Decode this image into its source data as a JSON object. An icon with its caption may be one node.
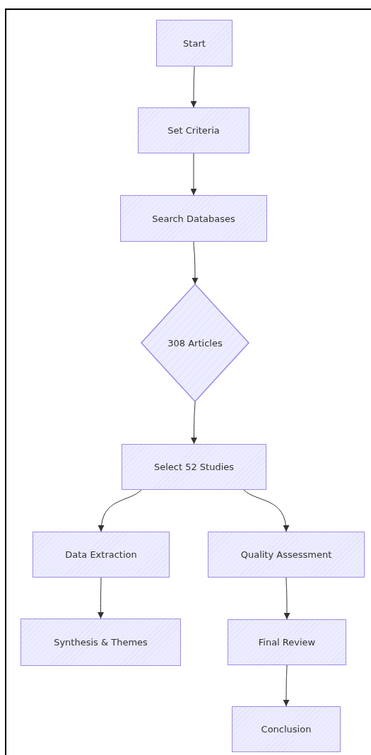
{
  "diagram": {
    "nodes": [
      {
        "text": [
          "Start"
        ]
      },
      {
        "text": [
          "Set Criteria"
        ]
      },
      {
        "text": [
          "Search Databases"
        ]
      },
      {
        "text": [
          "308 Articles"
        ]
      },
      {
        "text": [
          "Select 52 Studies"
        ]
      },
      {
        "text": [
          "Data Extraction"
        ]
      },
      {
        "text": [
          "Quality Assessment"
        ]
      },
      {
        "text": [
          "Synthesis & Themes"
        ]
      },
      {
        "text": [
          "Final Review"
        ]
      },
      {
        "text": [
          "Conclusion"
        ]
      }
    ],
    "edges": [
      {
        "from": 0,
        "to": 1,
        "arrow": "to"
      },
      {
        "from": 1,
        "to": 2,
        "arrow": "to"
      },
      {
        "from": 2,
        "to": 3,
        "arrow": "to"
      },
      {
        "from": 3,
        "to": 4,
        "arrow": "to"
      },
      {
        "from": 4,
        "to": 5,
        "arrow": "to"
      },
      {
        "from": 4,
        "to": 6,
        "arrow": "to"
      },
      {
        "from": 5,
        "to": 7,
        "arrow": "to"
      },
      {
        "from": 6,
        "to": 8,
        "arrow": "to"
      },
      {
        "from": 8,
        "to": 9,
        "arrow": "to"
      }
    ]
  }
}
